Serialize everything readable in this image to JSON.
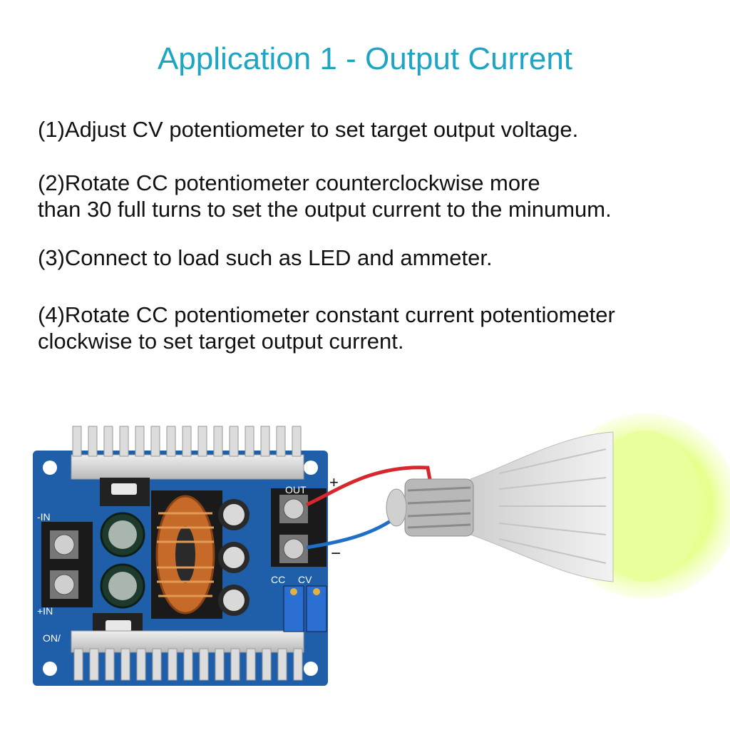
{
  "title": "Application 1 - Output Current",
  "steps": [
    {
      "lines": [
        "(1)Adjust CV potentiometer to set target output voltage."
      ]
    },
    {
      "lines": [
        "(2)Rotate CC potentiometer counterclockwise more",
        "than 30 full turns to set the output current to the minumum."
      ]
    },
    {
      "lines": [
        "(3)Connect to load such as LED and ammeter."
      ]
    },
    {
      "lines": [
        "(4)Rotate CC potentiometer constant current potentiometer",
        "clockwise to set target output current."
      ]
    }
  ],
  "board_labels": {
    "in_minus": "-IN",
    "in_plus": "+IN",
    "out": "OUT",
    "cc": "CC",
    "cv": "CV",
    "on_off": "ON/",
    "plus_sign": "+",
    "minus_sign": "−"
  },
  "colors": {
    "title": "#1ea5c3",
    "pcb": "#1f5ea8",
    "wire_positive": "#d7262c",
    "wire_negative": "#1f6fc7",
    "bulb_glow": "#e9ff9a"
  }
}
